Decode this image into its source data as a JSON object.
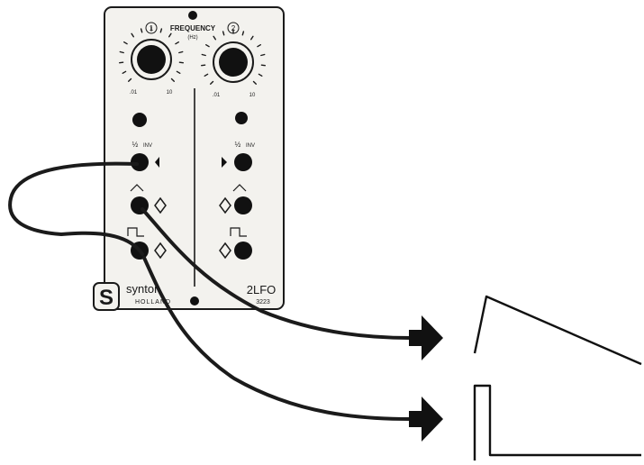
{
  "panel": {
    "title": "FREQUENCY",
    "unit": "(Hz)",
    "channels": [
      {
        "id": "1",
        "range_min": ".01",
        "range_max": "10"
      },
      {
        "id": "2",
        "range_min": ".01",
        "range_max": "10"
      }
    ],
    "inv_label": "INV",
    "inv_fraction": "½",
    "brand": "synton",
    "brand_sub": "HOLLAND",
    "logo_letter": "S",
    "model": "2LFO",
    "model_number": "3223"
  },
  "outputs": [
    {
      "waveform": "sawtooth"
    },
    {
      "waveform": "pulse"
    }
  ],
  "colors": {
    "panel": "#f3f2ee",
    "ink": "#121212",
    "cable": "#1b1b1b"
  }
}
